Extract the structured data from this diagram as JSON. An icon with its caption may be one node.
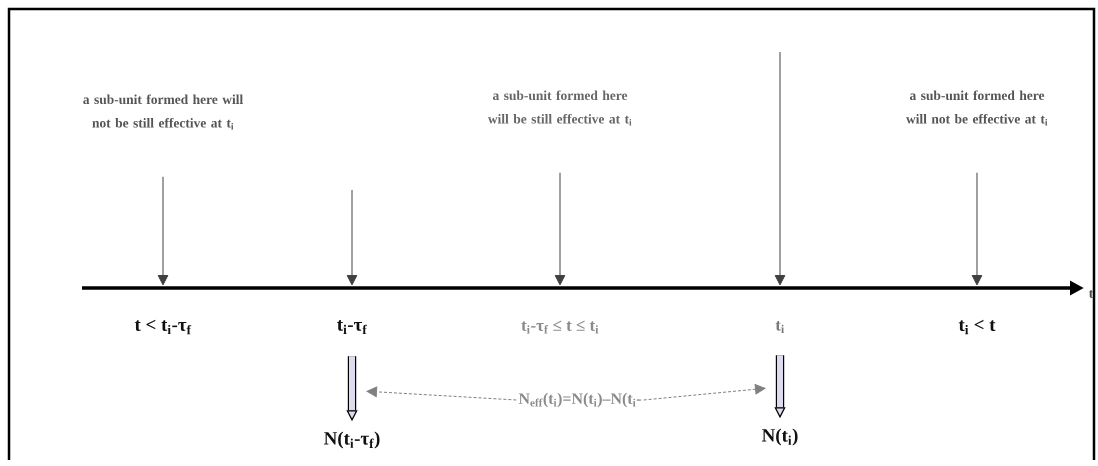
{
  "diagram": {
    "nodes": [
      {
        "text": [
          "a sub-unit formed here will not be still effective at t$_{i}$"
        ]
      },
      {
        "text": [
          "a sub-unit formed here will be still effective at t$_{i}$"
        ]
      },
      {
        "text": [
          "a sub-unit formed here will not be effective at t$_{i}$"
        ]
      },
      {
        "text": [
          "t < t$_{i}$-τ$_{f}$"
        ]
      },
      {
        "text": [
          "t$_{i}$-τ$_{f}$"
        ]
      },
      {
        "text": [
          "t$_{i}$-τ$_{f}$ ≤ t ≤ t$_{i}$"
        ]
      },
      {
        "text": [
          "t$_{i}$"
        ]
      },
      {
        "text": [
          "t$_{i}$ < t"
        ]
      },
      {
        "text": [
          "N(t$_{i}$-τ$_{f}$)"
        ]
      },
      {
        "text": [
          "N(t$_{i}$)"
        ]
      },
      {
        "text": [
          "N$_{eff}$(t$_{i}$)=N(t$_{i}$)–N(t$_{i}$-"
        ]
      }
    ],
    "edges": [
      {
        "from": 0,
        "to": 3,
        "arrow": "to"
      },
      {
        "from": null,
        "to": 4,
        "arrow": "to"
      },
      {
        "from": 1,
        "to": 5,
        "arrow": "to"
      },
      {
        "from": null,
        "to": 6,
        "arrow": "to"
      },
      {
        "from": 2,
        "to": 7,
        "arrow": "to"
      },
      {
        "from": 4,
        "to": 8,
        "arrow": "to",
        "style": "thick"
      },
      {
        "from": 6,
        "to": 9,
        "arrow": "to",
        "style": "thick"
      },
      {
        "from": 10,
        "to": 8,
        "arrow": "to",
        "style": "dashed",
        "color": "#808080"
      },
      {
        "from": 10,
        "to": 9,
        "arrow": "to",
        "style": "dashed",
        "color": "#808080"
      }
    ],
    "labels": [
      "t"
    ]
  }
}
